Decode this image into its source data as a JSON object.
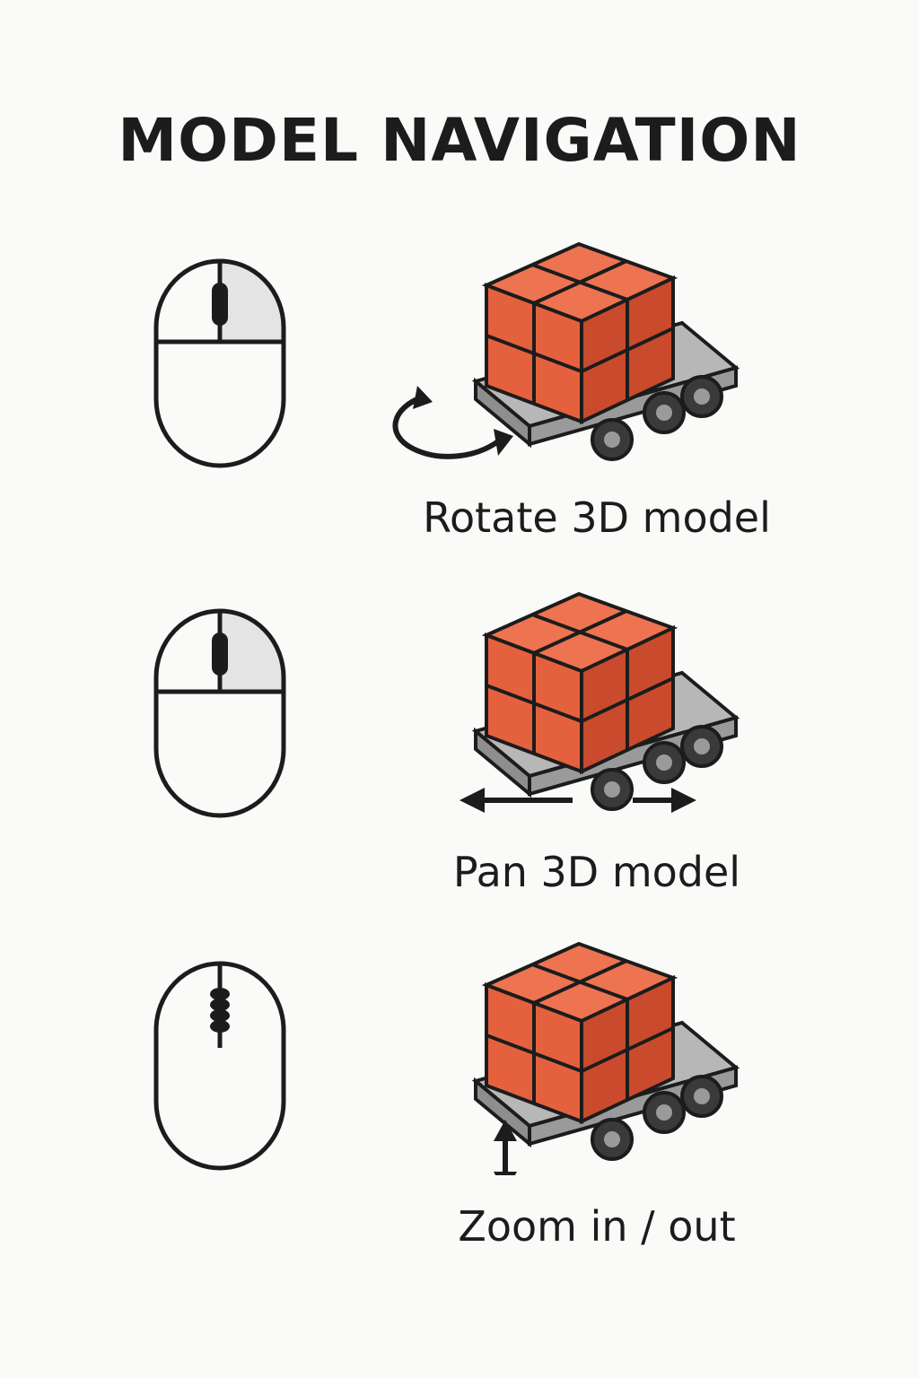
{
  "title": "MODEL NAVIGATION",
  "colors": {
    "cube_front": "#e5613e",
    "cube_side": "#c94a2c",
    "cube_top": "#ee7350",
    "outline": "#1c1c1c",
    "platform": "#9a9a9a",
    "mouse_highlight": "#e4e4e4"
  },
  "rows": [
    {
      "action": "rotate",
      "label": "Rotate 3D model",
      "mouse_button": "right",
      "icon": "curved-rotate-arrow-icon"
    },
    {
      "action": "pan",
      "label": "Pan 3D model",
      "mouse_button": "right",
      "icon": "left-right-arrow-icon"
    },
    {
      "action": "zoom",
      "label": "Zoom in / out",
      "mouse_button": "scroll-wheel",
      "icon": "up-down-arrow-icon"
    }
  ]
}
